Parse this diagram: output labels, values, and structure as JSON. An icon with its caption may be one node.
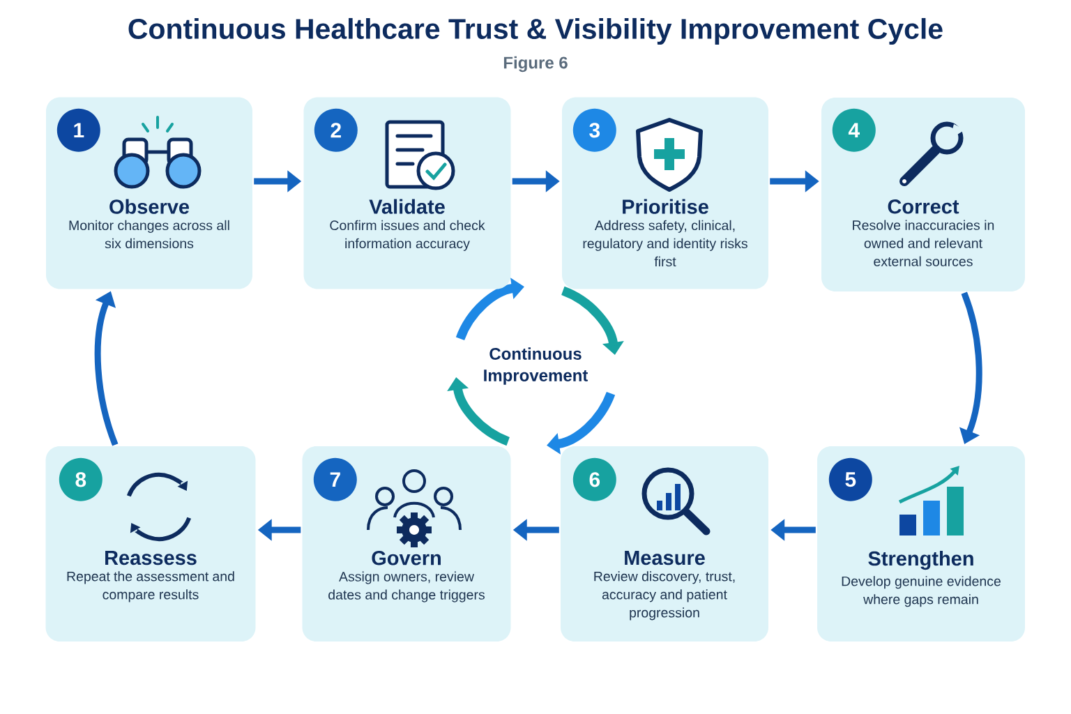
{
  "diagram": {
    "title": "Continuous Healthcare Trust & Visibility Improvement Cycle",
    "nodes": [
      {
        "text": [
          "Observe",
          "Monitor changes across all six dimensions"
        ]
      },
      {
        "text": [
          "1"
        ],
        "in": 0
      },
      {
        "text": [
          "Validate",
          "Confirm issues and check information accuracy"
        ]
      },
      {
        "text": [
          "2"
        ],
        "in": 2
      },
      {
        "text": [
          "Prioritise",
          "Address safety, clinical, regulatory and identity risks first"
        ]
      },
      {
        "text": [
          "3"
        ],
        "in": 4
      },
      {
        "text": [
          "Correct",
          "Resolve inaccuracies in owned and relevant external sources"
        ]
      },
      {
        "text": [
          "4"
        ],
        "in": 6
      },
      {
        "text": [
          "Strengthen",
          "Develop genuine evidence where gaps remain"
        ]
      },
      {
        "text": [
          "5"
        ],
        "in": 8
      },
      {
        "text": [
          "Measure",
          "Review discovery, trust, accuracy and patient progression"
        ]
      },
      {
        "text": [
          "6"
        ],
        "in": 10
      },
      {
        "text": [
          "Govern",
          "Assign owners, review dates and change triggers"
        ]
      },
      {
        "text": [
          "7"
        ],
        "in": 12
      },
      {
        "text": [
          "Reassess",
          "Repeat the assessment and compare results"
        ]
      },
      {
        "text": [
          "8"
        ],
        "in": 14
      },
      {
        "text": [
          "Continuous Improvement"
        ]
      }
    ],
    "edges": [
      {
        "from": 0,
        "to": 2,
        "arrow": "to"
      },
      {
        "from": 2,
        "to": 4,
        "arrow": "to"
      },
      {
        "from": 4,
        "to": 6,
        "arrow": "to"
      },
      {
        "from": 6,
        "to": 8,
        "arrow": "to"
      },
      {
        "from": 8,
        "to": 10,
        "arrow": "to"
      },
      {
        "from": 10,
        "to": 12,
        "arrow": "to"
      },
      {
        "from": 12,
        "to": 14,
        "arrow": "to"
      },
      {
        "from": 14,
        "to": 0,
        "arrow": "to"
      }
    ],
    "labels": [
      "Figure 6"
    ]
  }
}
